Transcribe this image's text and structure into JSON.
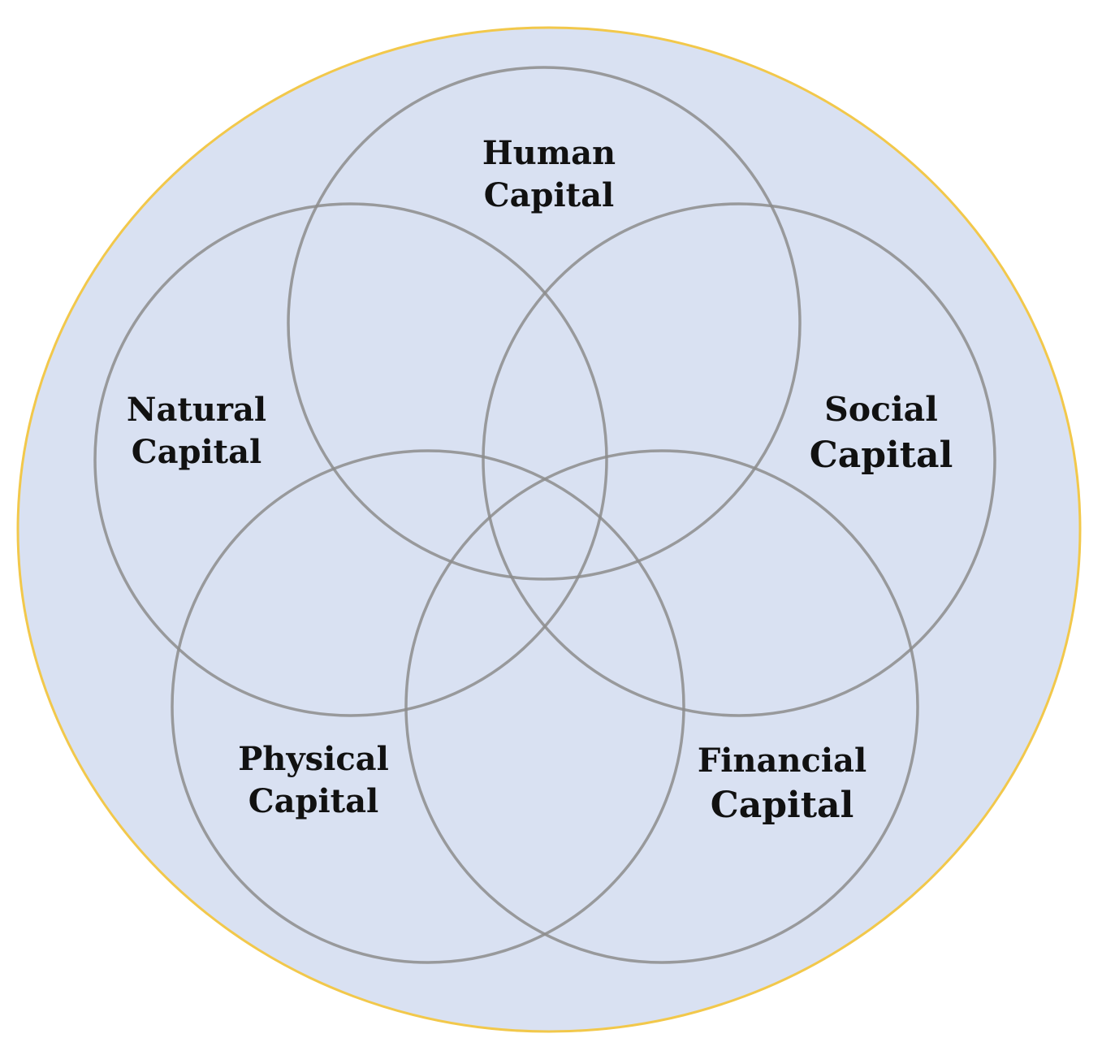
{
  "colors": {
    "outer_fill": "#d9e1f2",
    "outer_stroke": "#f2c84b",
    "circle_stroke": "#8c8c8c",
    "text": "#111111"
  },
  "diagram": {
    "circles": [
      {
        "id": "human",
        "lines": [
          "Human",
          "Capital"
        ]
      },
      {
        "id": "natural",
        "lines": [
          "Natural",
          "Capital"
        ]
      },
      {
        "id": "social",
        "lines": [
          "Social",
          "Capital"
        ]
      },
      {
        "id": "physical",
        "lines": [
          "Physical",
          "Capital"
        ]
      },
      {
        "id": "financial",
        "lines": [
          "Financial",
          "Capital"
        ]
      }
    ]
  }
}
